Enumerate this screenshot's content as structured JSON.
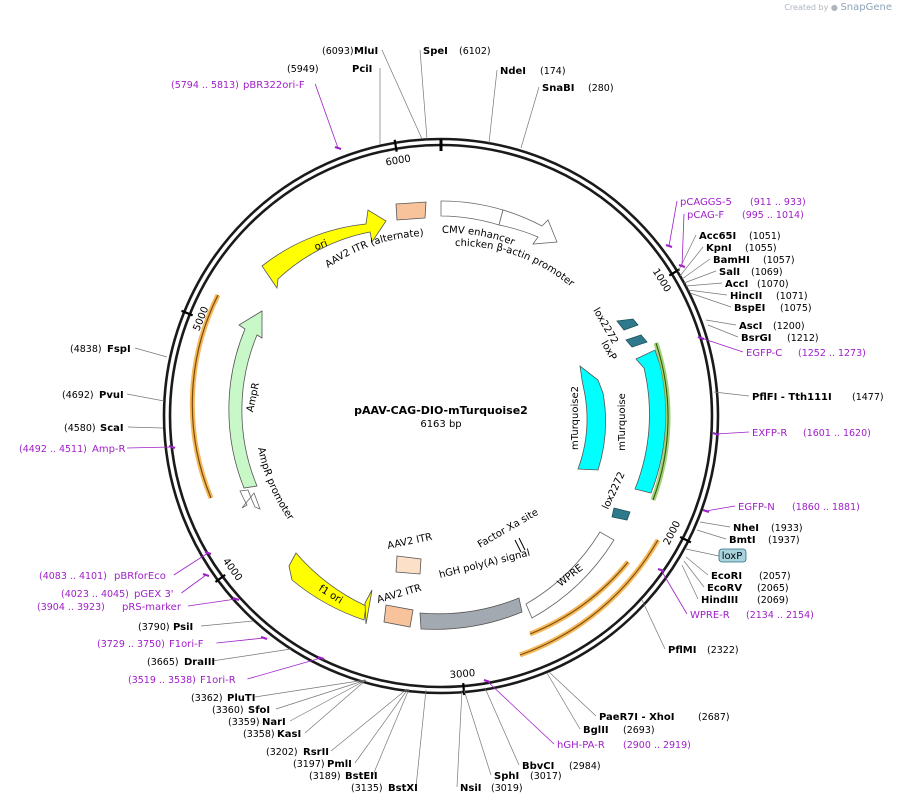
{
  "watermark": {
    "prefix": "Created by",
    "brand": "SnapGene"
  },
  "plasmid": {
    "name": "pAAV-CAG-DIO-mTurquoise2",
    "size_label": "6163 bp",
    "length": 6163
  },
  "ticks": [
    {
      "pos": 1000,
      "label": "1000"
    },
    {
      "pos": 2000,
      "label": "2000"
    },
    {
      "pos": 3000,
      "label": "3000"
    },
    {
      "pos": 4000,
      "label": "4000"
    },
    {
      "pos": 5000,
      "label": "5000"
    },
    {
      "pos": 6000,
      "label": "6000"
    }
  ],
  "features": [
    {
      "name": "ori",
      "start": 5350,
      "end": 5930,
      "color": "#ffff00"
    },
    {
      "name": "AAV2 ITR (alternate)",
      "start": 6000,
      "end": 6130,
      "color": "#f8c39b"
    },
    {
      "name": "CMV enhancer",
      "start": 6163,
      "end": 380,
      "color": "#ffffff"
    },
    {
      "name": "chicken β-actin promoter",
      "start": 380,
      "end": 660,
      "color": "#ffffff"
    },
    {
      "name": "lox2272",
      "start": 1170,
      "end": 1210,
      "color": "#2e7a8c"
    },
    {
      "name": "loxP",
      "start": 1240,
      "end": 1280,
      "color": "#2e7a8c"
    },
    {
      "name": "mTurquoise",
      "start": 1300,
      "end": 1930,
      "color": "#00ffff"
    },
    {
      "name": "mTurquoise2",
      "start": 1300,
      "end": 1930,
      "color": "#00ffff"
    },
    {
      "name": "lox2272",
      "start": 1955,
      "end": 1995,
      "color": "#2e7a8c"
    },
    {
      "name": "WPRE",
      "start": 2170,
      "end": 2760,
      "color": "#ffffff"
    },
    {
      "name": "Factor Xa site",
      "start": 2440,
      "end": 2450,
      "color": "#ffffff"
    },
    {
      "name": "hGH poly(A) signal",
      "start": 2770,
      "end": 3250,
      "color": "#a3a9b0"
    },
    {
      "name": "AAV2 ITR",
      "start": 3260,
      "end": 3390,
      "color": "#f8c39b"
    },
    {
      "name": "AAV2 ITR",
      "start": 3410,
      "end": 3530,
      "color": "#fde0c8"
    },
    {
      "name": "f1 ori",
      "start": 3560,
      "end": 4020,
      "color": "#ffff00"
    },
    {
      "name": "AmpR promoter",
      "start": 4435,
      "end": 4540,
      "color": "#ffffff"
    },
    {
      "name": "AmpR",
      "start": 4540,
      "end": 5400,
      "color": "#c8f8c8"
    }
  ],
  "enzymes": [
    {
      "name": "MluI",
      "pos": "(6093)"
    },
    {
      "name": "SpeI",
      "pos": "(6102)"
    },
    {
      "name": "NdeI",
      "pos": "(174)"
    },
    {
      "name": "SnaBI",
      "pos": "(280)"
    },
    {
      "name": "PciI",
      "pos": "(5949)"
    },
    {
      "name": "Acc65I",
      "pos": "(1051)"
    },
    {
      "name": "KpnI",
      "pos": "(1055)"
    },
    {
      "name": "BamHI",
      "pos": "(1057)"
    },
    {
      "name": "SalI",
      "pos": "(1069)"
    },
    {
      "name": "AccI",
      "pos": "(1070)"
    },
    {
      "name": "HincII",
      "pos": "(1071)"
    },
    {
      "name": "BspEI",
      "pos": "(1075)"
    },
    {
      "name": "AscI",
      "pos": "(1200)"
    },
    {
      "name": "BsrGI",
      "pos": "(1212)"
    },
    {
      "name": "PflFI - Tth111I",
      "pos": "(1477)"
    },
    {
      "name": "NheI",
      "pos": "(1933)"
    },
    {
      "name": "BmtI",
      "pos": "(1937)"
    },
    {
      "name": "EcoRI",
      "pos": "(2057)"
    },
    {
      "name": "EcoRV",
      "pos": "(2065)"
    },
    {
      "name": "HindIII",
      "pos": "(2069)"
    },
    {
      "name": "PflMI",
      "pos": "(2322)"
    },
    {
      "name": "PaeR7I - XhoI",
      "pos": "(2687)"
    },
    {
      "name": "BglII",
      "pos": "(2693)"
    },
    {
      "name": "BbvCI",
      "pos": "(2984)"
    },
    {
      "name": "SphI",
      "pos": "(3017)"
    },
    {
      "name": "NsiI",
      "pos": "(3019)"
    },
    {
      "name": "BstXI",
      "pos": "(3135)"
    },
    {
      "name": "BstEII",
      "pos": "(3189)"
    },
    {
      "name": "PmlI",
      "pos": "(3197)"
    },
    {
      "name": "RsrII",
      "pos": "(3202)"
    },
    {
      "name": "KasI",
      "pos": "(3358)"
    },
    {
      "name": "NarI",
      "pos": "(3359)"
    },
    {
      "name": "SfoI",
      "pos": "(3360)"
    },
    {
      "name": "PluTI",
      "pos": "(3362)"
    },
    {
      "name": "DraIII",
      "pos": "(3665)"
    },
    {
      "name": "PsiI",
      "pos": "(3790)"
    },
    {
      "name": "ScaI",
      "pos": "(4580)"
    },
    {
      "name": "PvuI",
      "pos": "(4692)"
    },
    {
      "name": "FspI",
      "pos": "(4838)"
    }
  ],
  "primers": [
    {
      "name": "pBR322ori-F",
      "range": "(5794 .. 5813)"
    },
    {
      "name": "pCAGGS-5",
      "range": "(911 .. 933)"
    },
    {
      "name": "pCAG-F",
      "range": "(995 .. 1014)"
    },
    {
      "name": "EGFP-C",
      "range": "(1252 .. 1273)"
    },
    {
      "name": "EXFP-R",
      "range": "(1601 .. 1620)"
    },
    {
      "name": "EGFP-N",
      "range": "(1860 .. 1881)"
    },
    {
      "name": "WPRE-R",
      "range": "(2134 .. 2154)"
    },
    {
      "name": "hGH-PA-R",
      "range": "(2900 .. 2919)"
    },
    {
      "name": "F1ori-R",
      "range": "(3519 .. 3538)"
    },
    {
      "name": "F1ori-F",
      "range": "(3729 .. 3750)"
    },
    {
      "name": "pRS-marker",
      "range": "(3904 .. 3923)"
    },
    {
      "name": "pGEX 3'",
      "range": "(4023 .. 4045)"
    },
    {
      "name": "pBRforEco",
      "range": "(4083 .. 4101)"
    },
    {
      "name": "Amp-R",
      "range": "(4492 .. 4511)"
    }
  ],
  "site_box": {
    "label": "loxP"
  },
  "colors": {
    "primer": "#a020c8",
    "backbone": "#222222",
    "orf_highlight": "#f0a020",
    "green_highlight": "#80c040"
  }
}
